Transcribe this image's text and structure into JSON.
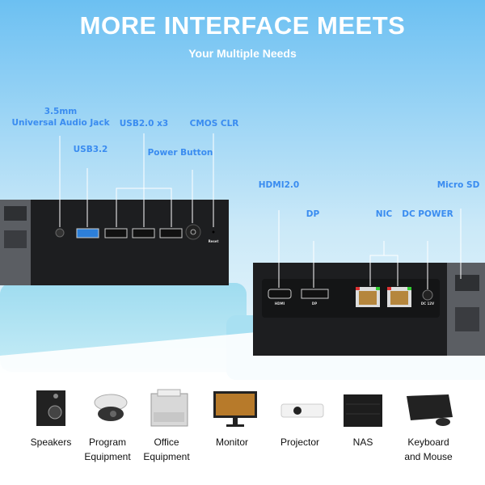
{
  "header": {
    "title": "MORE INTERFACE MEETS",
    "subtitle": "Your Multiple Needs"
  },
  "front_ports": {
    "audio_line1": "3.5mm",
    "audio_line2": "Universal Audio Jack",
    "usb3": "USB3.2",
    "usb2": "USB2.0 x3",
    "power": "Power Button",
    "cmos": "CMOS CLR",
    "reset_marking": "Reset"
  },
  "rear_ports": {
    "hdmi": "HDMI2.0",
    "dp": "DP",
    "nic": "NIC",
    "dc": "DC POWER",
    "microsd": "Micro SD",
    "hdmi_marking": "HDMI",
    "dp_marking": "DP",
    "dc_marking": "DC 12V"
  },
  "devices": [
    {
      "icon": "speaker-icon",
      "line1": "Speakers",
      "line2": ""
    },
    {
      "icon": "camera-icon",
      "line1": "Program",
      "line2": "Equipment"
    },
    {
      "icon": "printer-icon",
      "line1": "Office",
      "line2": "Equipment"
    },
    {
      "icon": "monitor-icon",
      "line1": "Monitor",
      "line2": ""
    },
    {
      "icon": "projector-icon",
      "line1": "Projector",
      "line2": ""
    },
    {
      "icon": "nas-icon",
      "line1": "NAS",
      "line2": ""
    },
    {
      "icon": "keyboard-mouse-icon",
      "line1": "Keyboard",
      "line2": "and Mouse"
    }
  ],
  "colors": {
    "label": "#3a8cf0",
    "sky_top": "#6fc2f2",
    "pedestal": "#8fd6ee"
  }
}
